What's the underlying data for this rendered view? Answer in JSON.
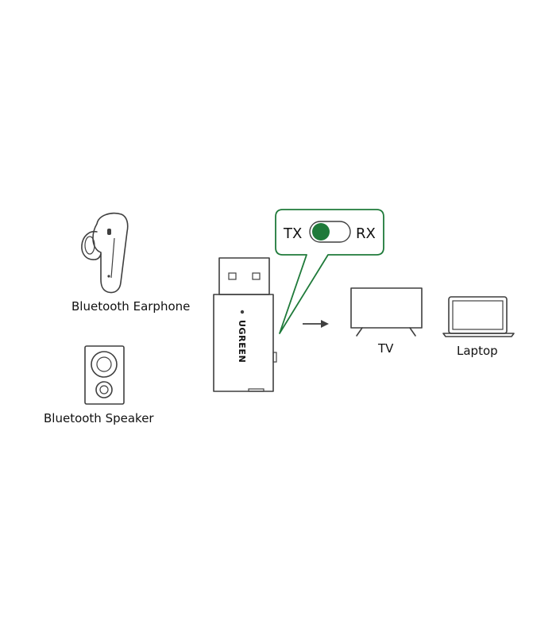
{
  "labels": {
    "earphone": "Bluetooth Earphone",
    "speaker": "Bluetooth Speaker",
    "tv": "TV",
    "laptop": "Laptop"
  },
  "adapter": {
    "brand": "UGREEN"
  },
  "mode_switch": {
    "left_label": "TX",
    "right_label": "RX",
    "selected": "TX"
  },
  "colors": {
    "accent": "#1f7a3a",
    "line": "#3f3f3f",
    "text": "#111111"
  },
  "icons": {
    "earphone": "earbud-icon",
    "speaker": "speaker-icon",
    "tv": "tv-icon",
    "laptop": "laptop-icon",
    "arrow": "arrow-right-icon"
  }
}
